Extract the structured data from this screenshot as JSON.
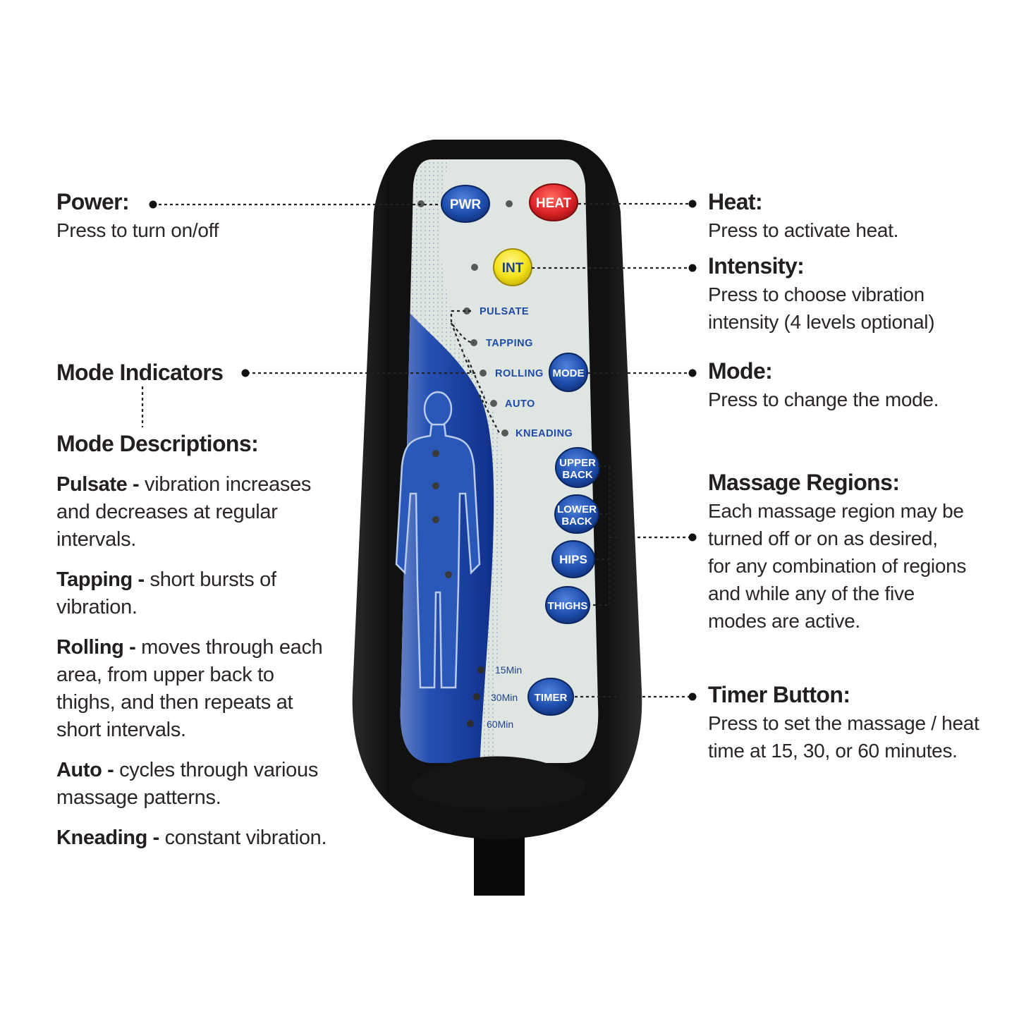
{
  "callouts": {
    "power": {
      "title": "Power:",
      "lines": [
        "Press to turn on/off"
      ]
    },
    "heat": {
      "title": "Heat:",
      "lines": [
        "Press to activate heat."
      ]
    },
    "intensity": {
      "title": "Intensity:",
      "lines": [
        "Press to choose vibration",
        "intensity (4 levels optional)"
      ]
    },
    "mode_indicators": {
      "title": "Mode Indicators"
    },
    "mode": {
      "title": "Mode:",
      "lines": [
        "Press to change the mode."
      ]
    },
    "massage_regions": {
      "title": "Massage Regions:",
      "lines": [
        "Each massage region may be",
        "turned off or on as desired,",
        "for any combination of regions",
        "and while any of the five",
        "modes are active."
      ]
    },
    "timer": {
      "title": "Timer Button:",
      "lines": [
        "Press to set the massage / heat",
        "time at 15, 30, or 60 minutes."
      ]
    }
  },
  "mode_descriptions": {
    "title": "Mode Descriptions:",
    "items": [
      {
        "name": "Pulsate -",
        "lines": [
          " vibration increases",
          "and decreases at regular",
          "intervals."
        ]
      },
      {
        "name": "Tapping -",
        "lines": [
          " short bursts of",
          "vibration."
        ]
      },
      {
        "name": "Rolling -",
        "lines": [
          " moves through each",
          "area, from upper back to",
          "thighs, and then repeats at",
          "short intervals."
        ]
      },
      {
        "name": "Auto -",
        "lines": [
          " cycles through various",
          "massage patterns."
        ]
      },
      {
        "name": "Kneading -",
        "lines": [
          " constant vibration."
        ]
      }
    ]
  },
  "remote": {
    "buttons": {
      "pwr": "PWR",
      "heat": "HEAT",
      "int": "INT",
      "mode": "MODE",
      "upper_back": [
        "UPPER",
        "BACK"
      ],
      "lower_back": [
        "LOWER",
        "BACK"
      ],
      "hips": "HIPS",
      "thighs": "THIGHS",
      "timer": "TIMER"
    },
    "mode_labels": [
      "PULSATE",
      "TAPPING",
      "ROLLING",
      "AUTO",
      "KNEADING"
    ],
    "timer_labels": [
      "15Min",
      "30Min",
      "60Min"
    ],
    "colors": {
      "body": "#1b1b1d",
      "panel": "#dfe6e1",
      "blue_band": "#1d44a8",
      "button_blue": "#1f4fae",
      "button_red": "#e0262a",
      "button_yellow": "#f3e21a",
      "label_blue": "#1e4aa8"
    }
  }
}
